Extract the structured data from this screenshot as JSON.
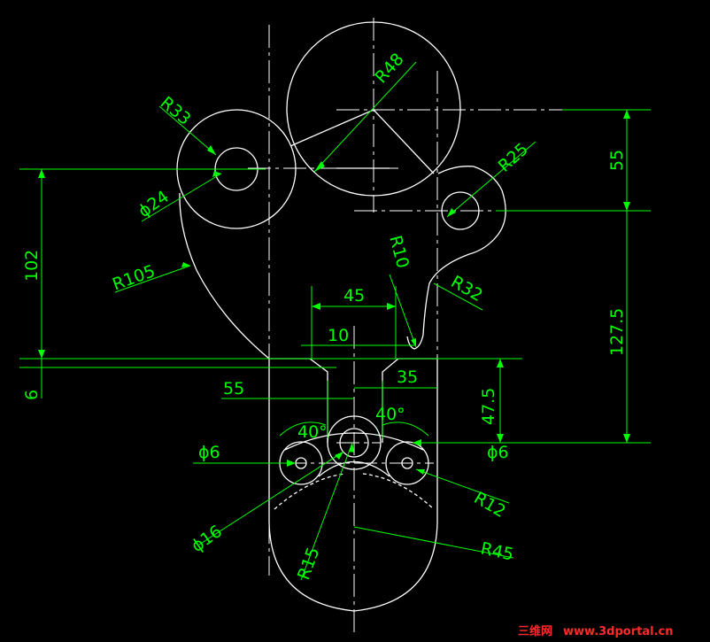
{
  "colors": {
    "background": "#000000",
    "geometry": "#ffffff",
    "dimension": "#00ff00",
    "watermark": "#ff2a2a"
  },
  "dimensions": {
    "r48": "R48",
    "r33": "R33",
    "r25": "R25",
    "d24": "ϕ24",
    "r105": "R105",
    "r10": "R10",
    "r32": "R32",
    "v102": "102",
    "v55_top": "55",
    "v127_5": "127.5",
    "h45": "45",
    "h10": "10",
    "v6": "6",
    "h55": "55",
    "h35": "35",
    "v47_5": "47.5",
    "a40_left": "40°",
    "a40_right": "40°",
    "d6_left": "ϕ6",
    "d6_right": "ϕ6",
    "r12": "R12",
    "d16": "ϕ16",
    "r15": "R15",
    "r45": "R45"
  },
  "watermark": {
    "brand": "三维网",
    "url": "www.3dportal.cn"
  }
}
